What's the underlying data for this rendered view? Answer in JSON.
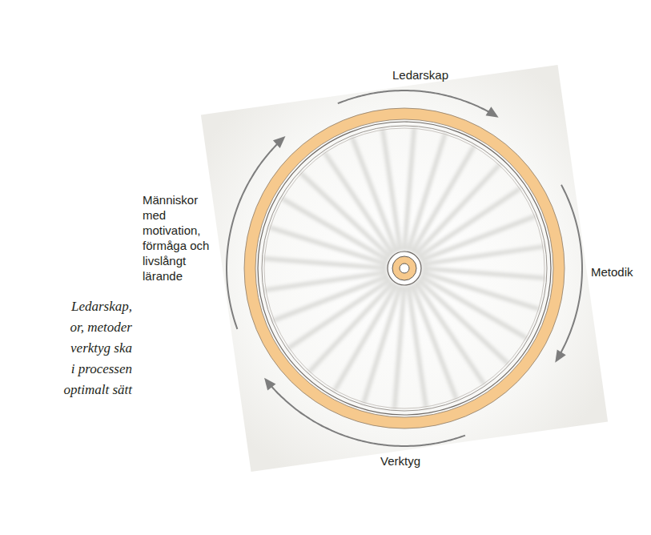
{
  "diagram": {
    "labels": [
      "Ledarskap",
      "Metodik",
      "Verktyg",
      "Människor med motivation, förmåga och livslångt lärande",
      "Ledarskap,",
      "or, metoder",
      "verktyg ska",
      "i processen",
      "optimalt sätt"
    ]
  }
}
